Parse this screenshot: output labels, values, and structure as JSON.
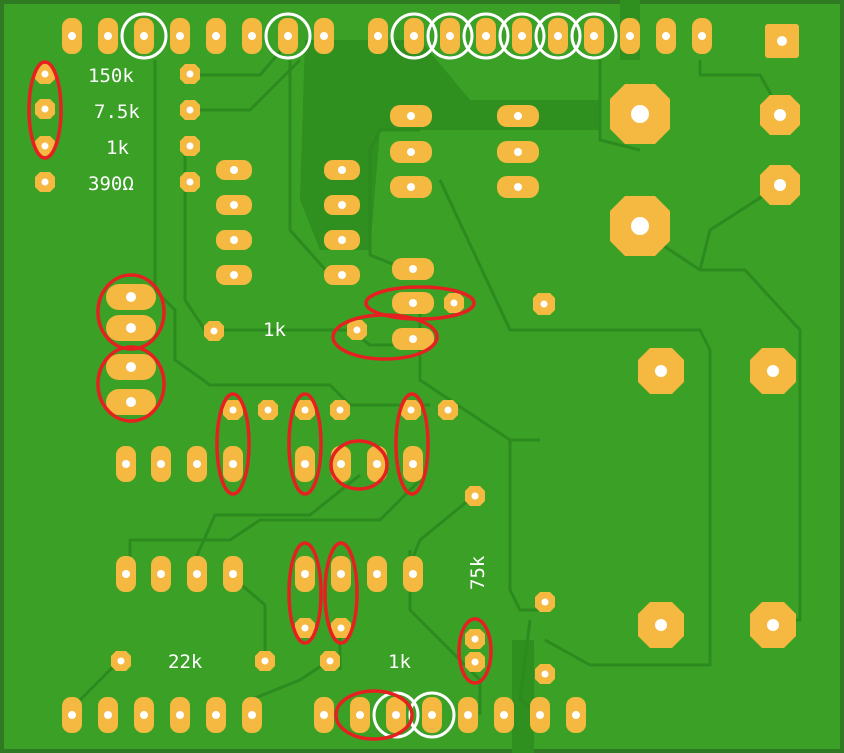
{
  "board": {
    "colors": {
      "substrate": "#2f7a22",
      "copper_pour": "#3aa026",
      "trace": "#2c8a1f",
      "pad": "#f5b840",
      "drill": "#ffffff",
      "silkscreen": "#ffffff",
      "highlight_red": "#e62020",
      "highlight_white": "#ffffff"
    }
  },
  "labels": {
    "r150k": "150k",
    "r7_5k": "7.5k",
    "r1k_a": "1k",
    "r390": "390Ω",
    "r1k_b": "1k",
    "r75k": "75k",
    "r22k": "22k",
    "r1k_c": "1k"
  }
}
